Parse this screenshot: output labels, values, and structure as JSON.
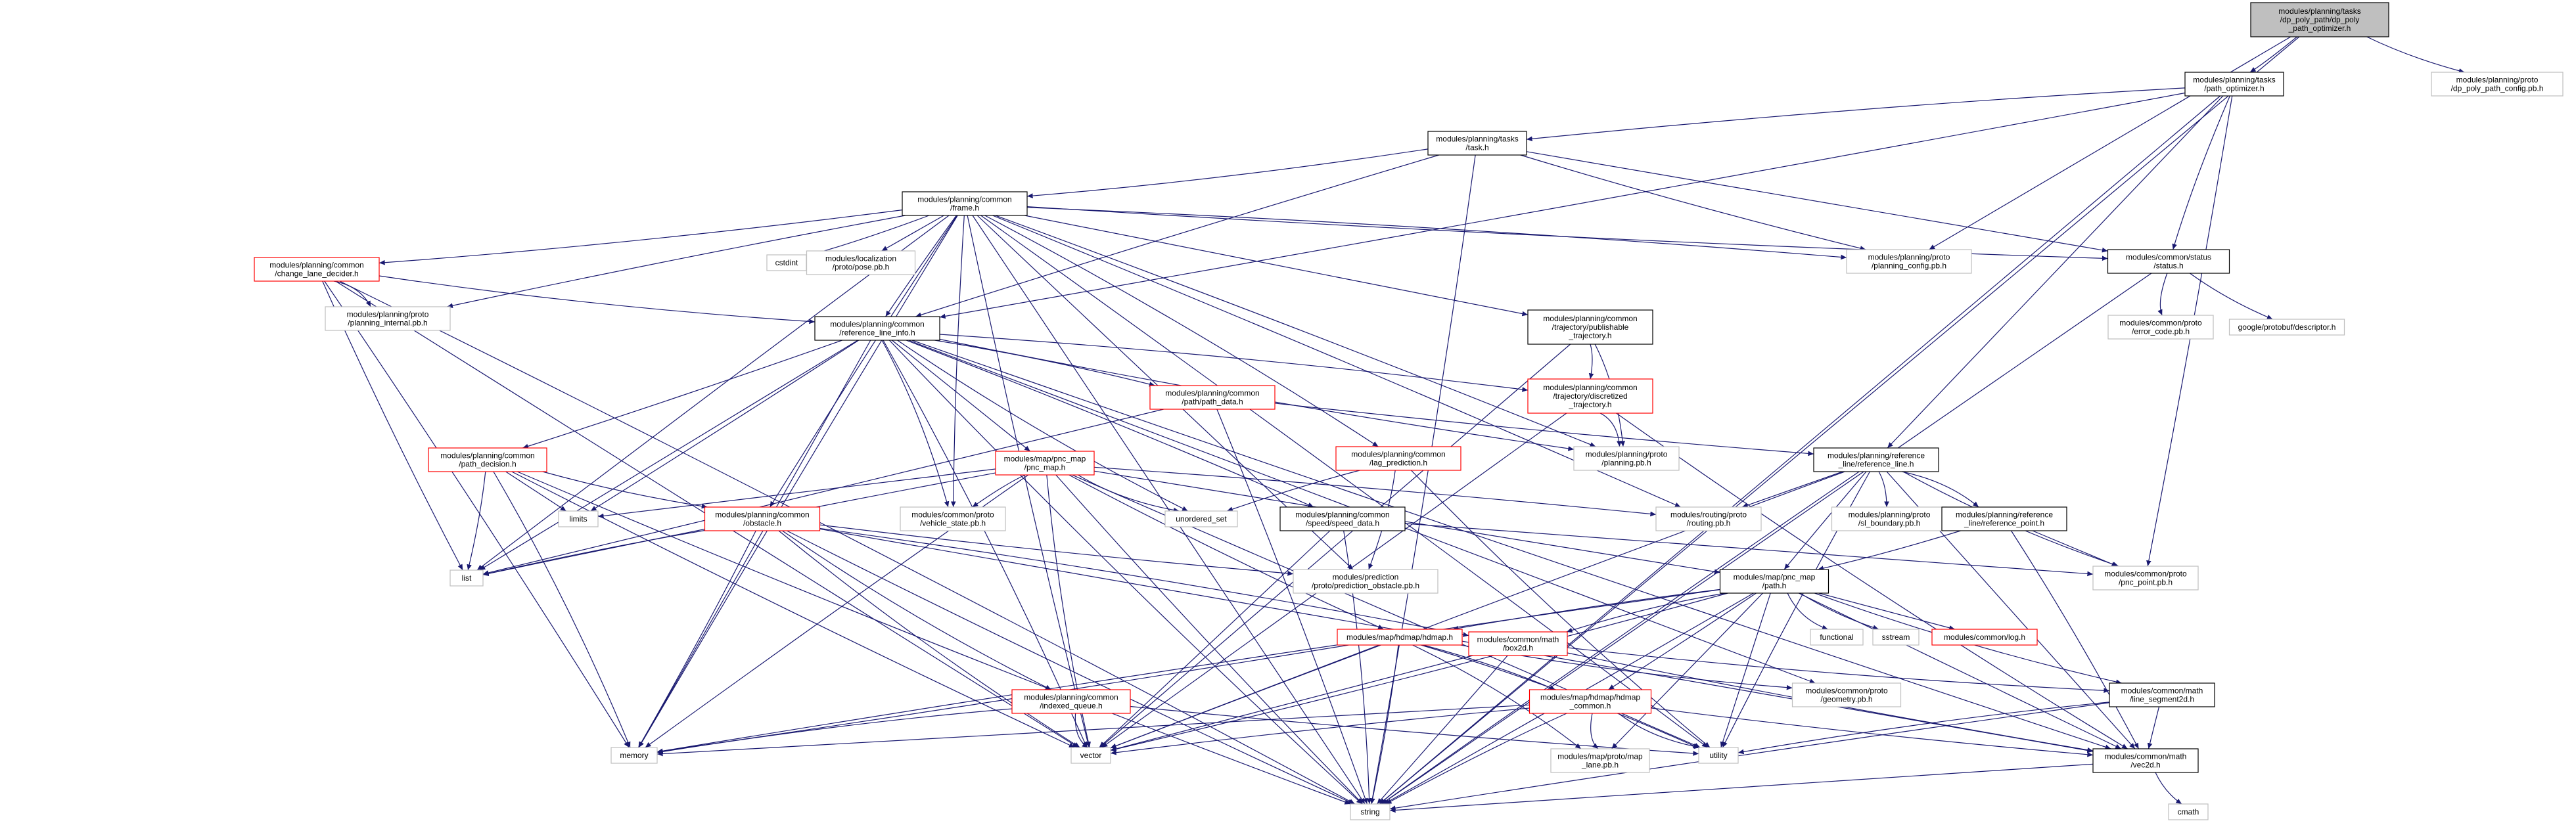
{
  "colors": {
    "edge": "#191970",
    "root_fill": "#bfbfbf",
    "normal_border": "#000000",
    "truncated_border": "#ff0000",
    "external_border": "#bfbfbf"
  },
  "nodes": [
    {
      "id": "root",
      "lines": [
        "modules/planning/tasks",
        "/dp_poly_path/dp_poly",
        "_path_optimizer.h"
      ],
      "style": "root"
    },
    {
      "id": "path_optimizer",
      "lines": [
        "modules/planning/tasks",
        "/path_optimizer.h"
      ],
      "style": "normal"
    },
    {
      "id": "dp_poly_path_config",
      "lines": [
        "modules/planning/proto",
        "/dp_poly_path_config.pb.h"
      ],
      "style": "external"
    },
    {
      "id": "task",
      "lines": [
        "modules/planning/tasks",
        "/task.h"
      ],
      "style": "normal"
    },
    {
      "id": "frame",
      "lines": [
        "modules/planning/common",
        "/frame.h"
      ],
      "style": "normal"
    },
    {
      "id": "planning_config",
      "lines": [
        "modules/planning/proto",
        "/planning_config.pb.h"
      ],
      "style": "external"
    },
    {
      "id": "status",
      "lines": [
        "modules/common/status",
        "/status.h"
      ],
      "style": "normal"
    },
    {
      "id": "change_lane",
      "lines": [
        "modules/planning/common",
        "/change_lane_decider.h"
      ],
      "style": "truncated"
    },
    {
      "id": "cstdint",
      "lines": [
        "cstdint"
      ],
      "style": "external"
    },
    {
      "id": "loc_pose",
      "lines": [
        "modules/localization",
        "/proto/pose.pb.h"
      ],
      "style": "external"
    },
    {
      "id": "planning_internal",
      "lines": [
        "modules/planning/proto",
        "/planning_internal.pb.h"
      ],
      "style": "external"
    },
    {
      "id": "error_code",
      "lines": [
        "modules/common/proto",
        "/error_code.pb.h"
      ],
      "style": "external"
    },
    {
      "id": "descriptor",
      "lines": [
        "google/protobuf/descriptor.h"
      ],
      "style": "external"
    },
    {
      "id": "ref_line_info",
      "lines": [
        "modules/planning/common",
        "/reference_line_info.h"
      ],
      "style": "normal"
    },
    {
      "id": "publishable",
      "lines": [
        "modules/planning/common",
        "/trajectory/publishable",
        "_trajectory.h"
      ],
      "style": "normal"
    },
    {
      "id": "path_data",
      "lines": [
        "modules/planning/common",
        "/path/path_data.h"
      ],
      "style": "truncated"
    },
    {
      "id": "discretized",
      "lines": [
        "modules/planning/common",
        "/trajectory/discretized",
        "_trajectory.h"
      ],
      "style": "truncated"
    },
    {
      "id": "planning_pb",
      "lines": [
        "modules/planning/proto",
        "/planning.pb.h"
      ],
      "style": "external"
    },
    {
      "id": "reference_line",
      "lines": [
        "modules/planning/reference",
        "_line/reference_line.h"
      ],
      "style": "normal"
    },
    {
      "id": "path_decision",
      "lines": [
        "modules/planning/common",
        "/path_decision.h"
      ],
      "style": "truncated"
    },
    {
      "id": "pnc_map",
      "lines": [
        "modules/map/pnc_map",
        "/pnc_map.h"
      ],
      "style": "truncated"
    },
    {
      "id": "lag_prediction",
      "lines": [
        "modules/planning/common",
        "/lag_prediction.h"
      ],
      "style": "truncated"
    },
    {
      "id": "limits",
      "lines": [
        "limits"
      ],
      "style": "external"
    },
    {
      "id": "unordered_set",
      "lines": [
        "unordered_set"
      ],
      "style": "external"
    },
    {
      "id": "routing_pb",
      "lines": [
        "modules/routing/proto",
        "/routing.pb.h"
      ],
      "style": "external"
    },
    {
      "id": "sl_boundary",
      "lines": [
        "modules/planning/proto",
        "/sl_boundary.pb.h"
      ],
      "style": "external"
    },
    {
      "id": "ref_point",
      "lines": [
        "modules/planning/reference",
        "_line/reference_point.h"
      ],
      "style": "normal"
    },
    {
      "id": "obstacle",
      "lines": [
        "modules/planning/common",
        "/obstacle.h"
      ],
      "style": "truncated"
    },
    {
      "id": "vehicle_state",
      "lines": [
        "modules/common/proto",
        "/vehicle_state.pb.h"
      ],
      "style": "external"
    },
    {
      "id": "speed_data",
      "lines": [
        "modules/planning/common",
        "/speed/speed_data.h"
      ],
      "style": "normal"
    },
    {
      "id": "pnc_point",
      "lines": [
        "modules/common/proto",
        "/pnc_point.pb.h"
      ],
      "style": "external"
    },
    {
      "id": "list",
      "lines": [
        "list"
      ],
      "style": "external"
    },
    {
      "id": "prediction_obstacle",
      "lines": [
        "modules/prediction",
        "/proto/prediction_obstacle.pb.h"
      ],
      "style": "external"
    },
    {
      "id": "path_h",
      "lines": [
        "modules/map/pnc_map",
        "/path.h"
      ],
      "style": "normal"
    },
    {
      "id": "functional",
      "lines": [
        "functional"
      ],
      "style": "external"
    },
    {
      "id": "sstream",
      "lines": [
        "sstream"
      ],
      "style": "external"
    },
    {
      "id": "log",
      "lines": [
        "modules/common/log.h"
      ],
      "style": "truncated"
    },
    {
      "id": "hdmap",
      "lines": [
        "modules/map/hdmap/hdmap.h"
      ],
      "style": "truncated"
    },
    {
      "id": "box2d",
      "lines": [
        "modules/common/math",
        "/box2d.h"
      ],
      "style": "truncated"
    },
    {
      "id": "indexed_queue",
      "lines": [
        "modules/planning/common",
        "/indexed_queue.h"
      ],
      "style": "truncated"
    },
    {
      "id": "geometry_pb",
      "lines": [
        "modules/common/proto",
        "/geometry.pb.h"
      ],
      "style": "external"
    },
    {
      "id": "line_segment2d",
      "lines": [
        "modules/common/math",
        "/line_segment2d.h"
      ],
      "style": "normal"
    },
    {
      "id": "hdmap_common",
      "lines": [
        "modules/map/hdmap/hdmap",
        "_common.h"
      ],
      "style": "truncated"
    },
    {
      "id": "memory",
      "lines": [
        "memory"
      ],
      "style": "external"
    },
    {
      "id": "vector",
      "lines": [
        "vector"
      ],
      "style": "external"
    },
    {
      "id": "utility",
      "lines": [
        "utility"
      ],
      "style": "external"
    },
    {
      "id": "map_lane",
      "lines": [
        "modules/map/proto/map",
        "_lane.pb.h"
      ],
      "style": "external"
    },
    {
      "id": "vec2d",
      "lines": [
        "modules/common/math",
        "/vec2d.h"
      ],
      "style": "normal"
    },
    {
      "id": "string",
      "lines": [
        "string"
      ],
      "style": "external"
    },
    {
      "id": "cmath",
      "lines": [
        "cmath"
      ],
      "style": "external"
    }
  ],
  "edges": [
    [
      "root",
      "path_optimizer"
    ],
    [
      "root",
      "dp_poly_path_config"
    ],
    [
      "root",
      "planning_config"
    ],
    [
      "root",
      "string"
    ],
    [
      "path_optimizer",
      "task"
    ],
    [
      "path_optimizer",
      "status"
    ],
    [
      "path_optimizer",
      "ref_line_info"
    ],
    [
      "path_optimizer",
      "reference_line"
    ],
    [
      "path_optimizer",
      "pnc_point"
    ],
    [
      "path_optimizer",
      "string"
    ],
    [
      "task",
      "frame"
    ],
    [
      "task",
      "planning_config"
    ],
    [
      "task",
      "status"
    ],
    [
      "task",
      "ref_line_info"
    ],
    [
      "task",
      "string"
    ],
    [
      "frame",
      "change_lane"
    ],
    [
      "frame",
      "cstdint"
    ],
    [
      "frame",
      "loc_pose"
    ],
    [
      "frame",
      "planning_internal"
    ],
    [
      "frame",
      "planning_config"
    ],
    [
      "frame",
      "status"
    ],
    [
      "frame",
      "ref_line_info"
    ],
    [
      "frame",
      "publishable"
    ],
    [
      "frame",
      "planning_pb"
    ],
    [
      "frame",
      "lag_prediction"
    ],
    [
      "frame",
      "obstacle"
    ],
    [
      "frame",
      "vehicle_state"
    ],
    [
      "frame",
      "prediction_obstacle"
    ],
    [
      "frame",
      "routing_pb"
    ],
    [
      "frame",
      "list"
    ],
    [
      "frame",
      "memory"
    ],
    [
      "frame",
      "vector"
    ],
    [
      "frame",
      "string"
    ],
    [
      "frame",
      "utility"
    ],
    [
      "change_lane",
      "planning_internal"
    ],
    [
      "change_lane",
      "ref_line_info"
    ],
    [
      "change_lane",
      "list"
    ],
    [
      "change_lane",
      "vector"
    ],
    [
      "change_lane",
      "memory"
    ],
    [
      "change_lane",
      "string"
    ],
    [
      "status",
      "error_code"
    ],
    [
      "status",
      "descriptor"
    ],
    [
      "status",
      "string"
    ],
    [
      "ref_line_info",
      "path_data"
    ],
    [
      "ref_line_info",
      "discretized"
    ],
    [
      "ref_line_info",
      "planning_pb"
    ],
    [
      "ref_line_info",
      "path_decision"
    ],
    [
      "ref_line_info",
      "pnc_map"
    ],
    [
      "ref_line_info",
      "speed_data"
    ],
    [
      "ref_line_info",
      "vehicle_state"
    ],
    [
      "ref_line_info",
      "unordered_set"
    ],
    [
      "ref_line_info",
      "limits"
    ],
    [
      "ref_line_info",
      "list"
    ],
    [
      "ref_line_info",
      "memory"
    ],
    [
      "ref_line_info",
      "vector"
    ],
    [
      "ref_line_info",
      "string"
    ],
    [
      "ref_line_info",
      "vec2d"
    ],
    [
      "ref_line_info",
      "geometry_pb"
    ],
    [
      "publishable",
      "discretized"
    ],
    [
      "publishable",
      "planning_pb"
    ],
    [
      "publishable",
      "vector"
    ],
    [
      "path_data",
      "reference_line"
    ],
    [
      "path_data",
      "list"
    ],
    [
      "path_data",
      "string"
    ],
    [
      "discretized",
      "planning_pb"
    ],
    [
      "discretized",
      "vec2d"
    ],
    [
      "discretized",
      "vector"
    ],
    [
      "reference_line",
      "routing_pb"
    ],
    [
      "reference_line",
      "sl_boundary"
    ],
    [
      "reference_line",
      "ref_point"
    ],
    [
      "reference_line",
      "pnc_point"
    ],
    [
      "reference_line",
      "path_h"
    ],
    [
      "reference_line",
      "vec2d"
    ],
    [
      "reference_line",
      "vector"
    ],
    [
      "reference_line",
      "string"
    ],
    [
      "reference_line",
      "utility"
    ],
    [
      "path_decision",
      "obstacle"
    ],
    [
      "path_decision",
      "limits"
    ],
    [
      "path_decision",
      "list"
    ],
    [
      "path_decision",
      "memory"
    ],
    [
      "path_decision",
      "string"
    ],
    [
      "path_decision",
      "vector"
    ],
    [
      "pnc_map",
      "path_h"
    ],
    [
      "pnc_map",
      "routing_pb"
    ],
    [
      "pnc_map",
      "vehicle_state"
    ],
    [
      "pnc_map",
      "unordered_set"
    ],
    [
      "pnc_map",
      "hdmap"
    ],
    [
      "pnc_map",
      "limits"
    ],
    [
      "pnc_map",
      "list"
    ],
    [
      "pnc_map",
      "memory"
    ],
    [
      "pnc_map",
      "vector"
    ],
    [
      "pnc_map",
      "string"
    ],
    [
      "pnc_map",
      "utility"
    ],
    [
      "lag_prediction",
      "unordered_set"
    ],
    [
      "lag_prediction",
      "prediction_obstacle"
    ],
    [
      "lag_prediction",
      "utility"
    ],
    [
      "ref_point",
      "path_h"
    ],
    [
      "ref_point",
      "pnc_point"
    ],
    [
      "ref_point",
      "vec2d"
    ],
    [
      "obstacle",
      "box2d"
    ],
    [
      "obstacle",
      "indexed_queue"
    ],
    [
      "obstacle",
      "prediction_obstacle"
    ],
    [
      "obstacle",
      "vec2d"
    ],
    [
      "obstacle",
      "list"
    ],
    [
      "obstacle",
      "memory"
    ],
    [
      "obstacle",
      "vector"
    ],
    [
      "obstacle",
      "string"
    ],
    [
      "speed_data",
      "pnc_point"
    ],
    [
      "speed_data",
      "vector"
    ],
    [
      "speed_data",
      "string"
    ],
    [
      "path_h",
      "functional"
    ],
    [
      "path_h",
      "sstream"
    ],
    [
      "path_h",
      "log"
    ],
    [
      "path_h",
      "hdmap"
    ],
    [
      "path_h",
      "box2d"
    ],
    [
      "path_h",
      "line_segment2d"
    ],
    [
      "path_h",
      "hdmap_common"
    ],
    [
      "path_h",
      "vec2d"
    ],
    [
      "path_h",
      "map_lane"
    ],
    [
      "path_h",
      "memory"
    ],
    [
      "path_h",
      "vector"
    ],
    [
      "path_h",
      "string"
    ],
    [
      "path_h",
      "utility"
    ],
    [
      "hdmap",
      "hdmap_common"
    ],
    [
      "hdmap",
      "map_lane"
    ],
    [
      "hdmap",
      "geometry_pb"
    ],
    [
      "hdmap",
      "memory"
    ],
    [
      "hdmap",
      "vector"
    ],
    [
      "hdmap",
      "string"
    ],
    [
      "hdmap",
      "utility"
    ],
    [
      "box2d",
      "line_segment2d"
    ],
    [
      "box2d",
      "vec2d"
    ],
    [
      "box2d",
      "vector"
    ],
    [
      "box2d",
      "string"
    ],
    [
      "indexed_queue",
      "memory"
    ],
    [
      "indexed_queue",
      "vector"
    ],
    [
      "indexed_queue",
      "utility"
    ],
    [
      "line_segment2d",
      "vec2d"
    ],
    [
      "line_segment2d",
      "string"
    ],
    [
      "line_segment2d",
      "utility"
    ],
    [
      "hdmap_common",
      "map_lane"
    ],
    [
      "hdmap_common",
      "vec2d"
    ],
    [
      "hdmap_common",
      "memory"
    ],
    [
      "hdmap_common",
      "vector"
    ],
    [
      "hdmap_common",
      "string"
    ],
    [
      "hdmap_common",
      "utility"
    ],
    [
      "vec2d",
      "cmath"
    ],
    [
      "vec2d",
      "string"
    ]
  ]
}
